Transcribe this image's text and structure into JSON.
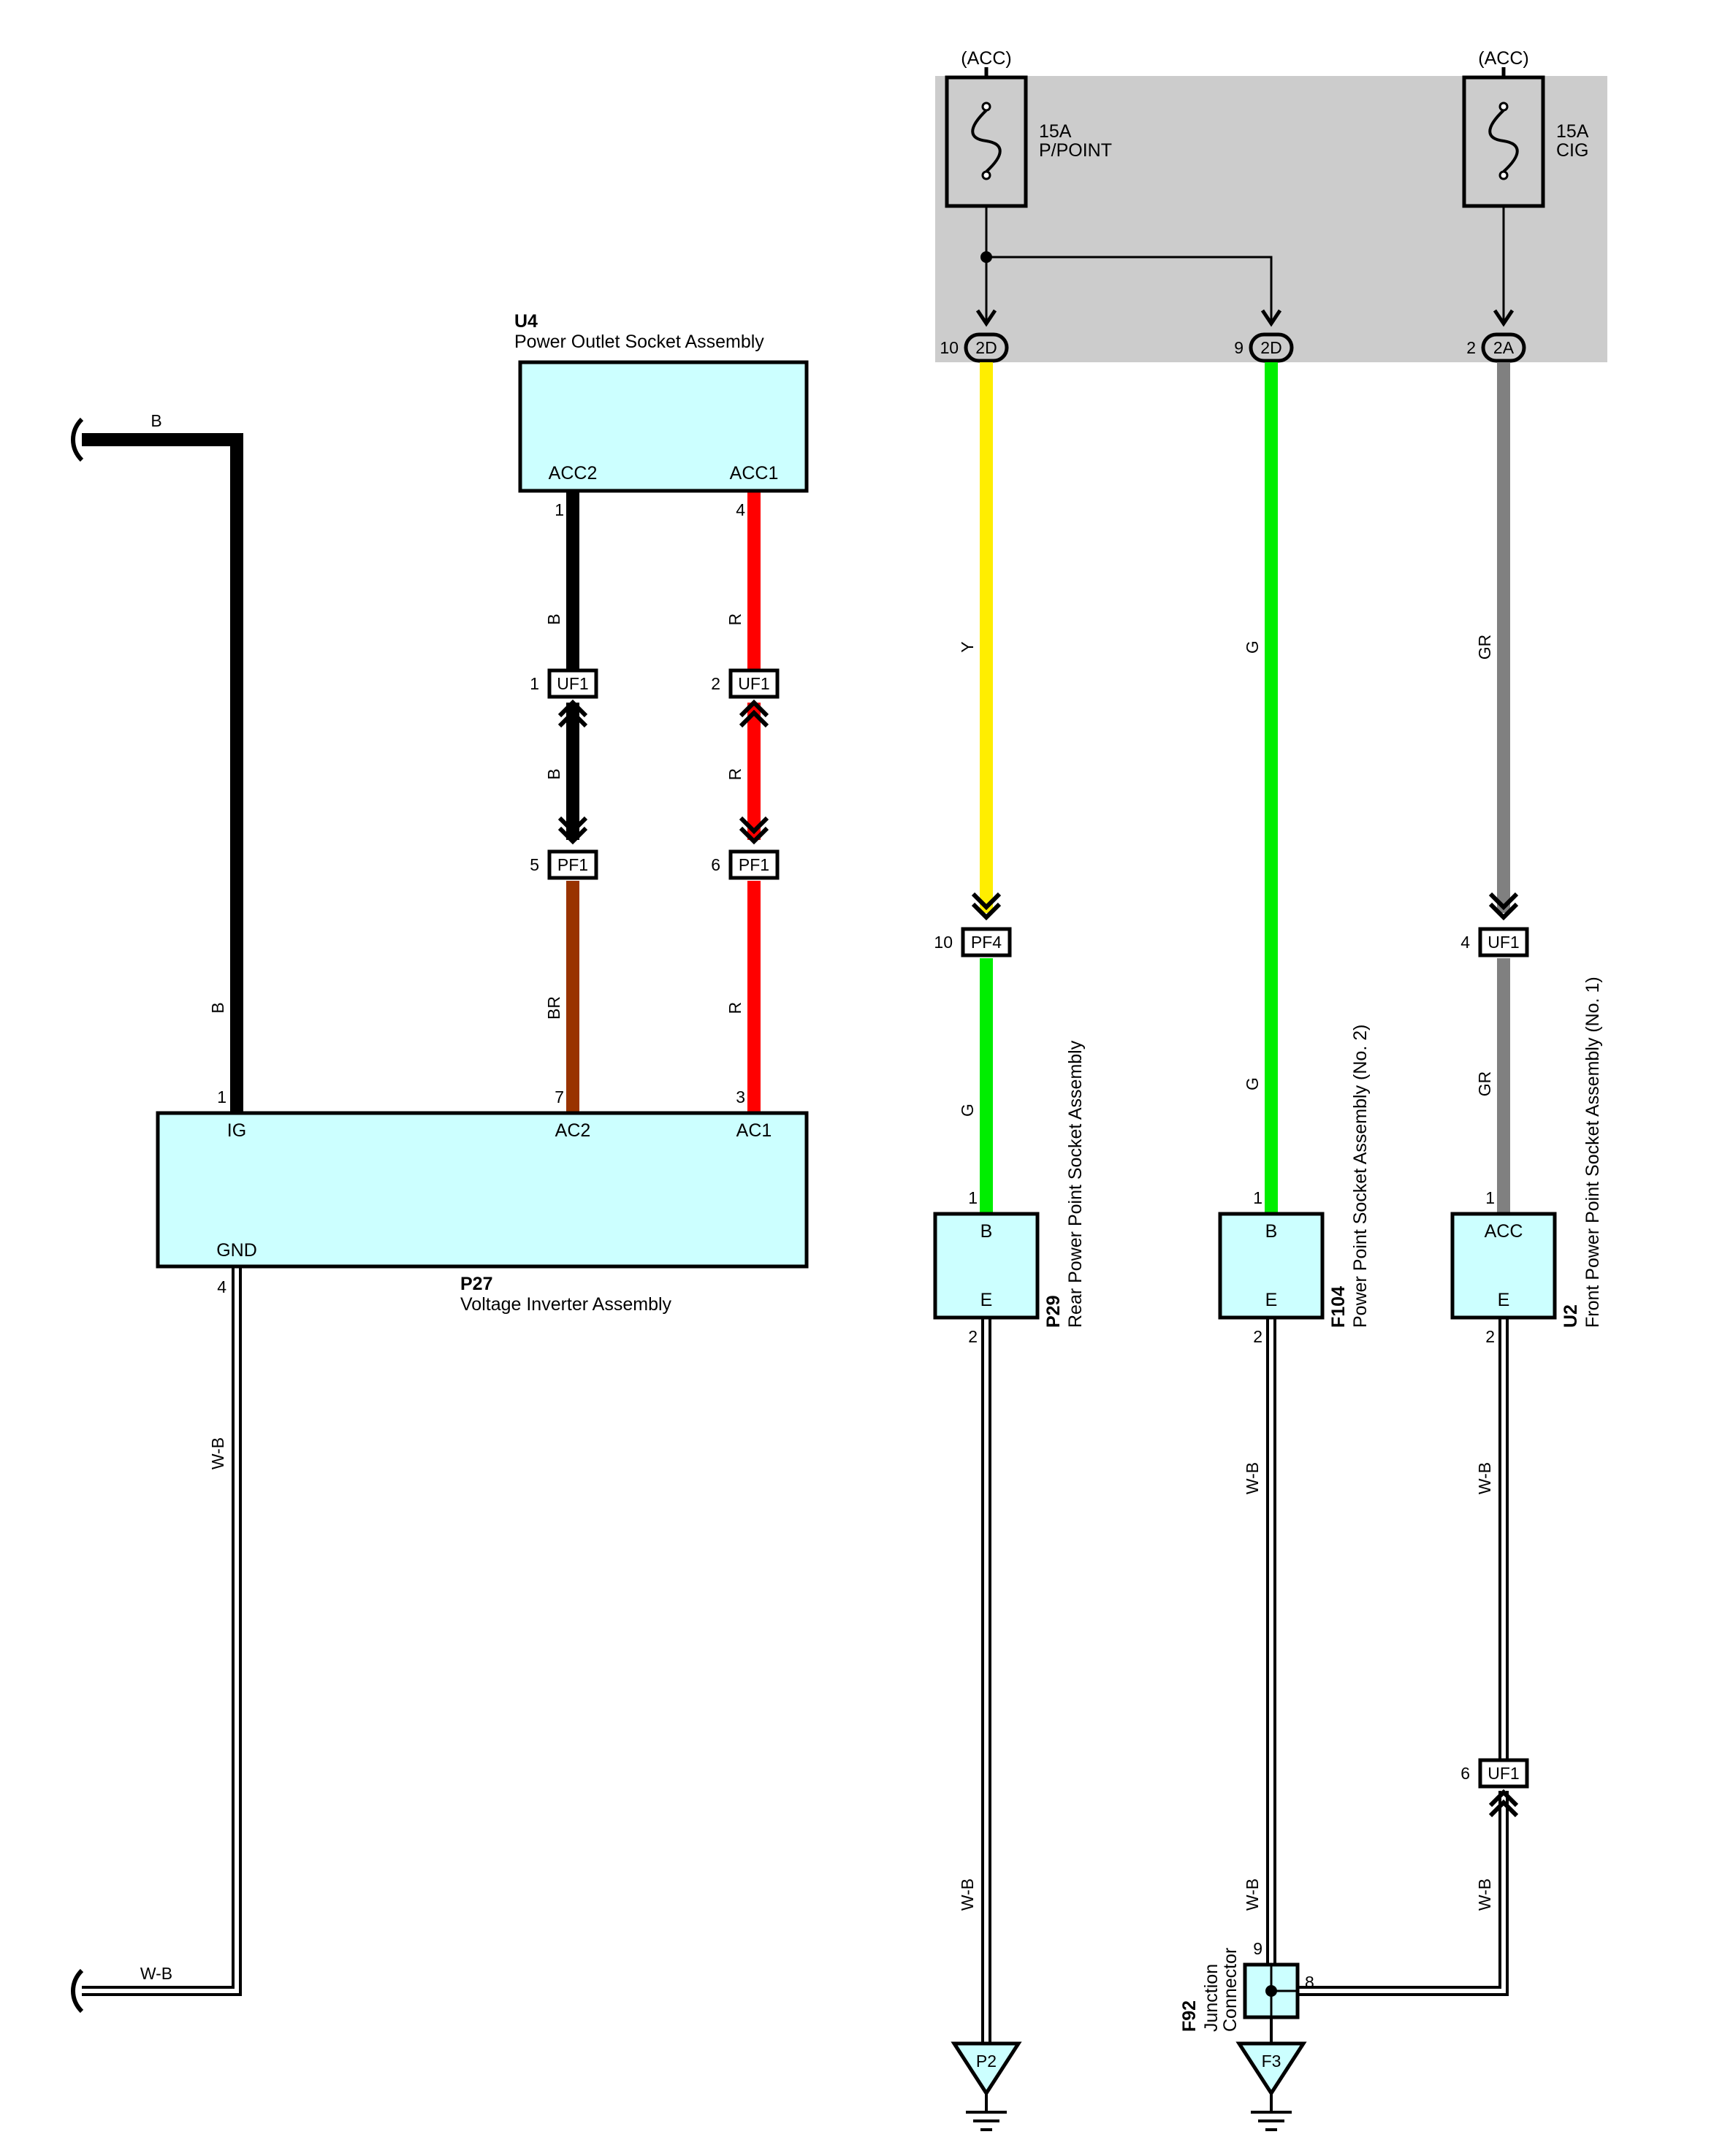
{
  "relay_block": {
    "fuse_pp": {
      "source": "(ACC)",
      "rating": "15A",
      "name": "P/POINT"
    },
    "fuse_cig": {
      "source": "(ACC)",
      "rating": "15A",
      "name": "CIG"
    },
    "terminals": [
      {
        "pin": "10",
        "connector": "2D"
      },
      {
        "pin": "9",
        "connector": "2D"
      },
      {
        "pin": "2",
        "connector": "2A"
      }
    ]
  },
  "components": {
    "u4": {
      "code": "U4",
      "name": "Power Outlet Socket Assembly",
      "term_acc2": "ACC2",
      "term_acc1": "ACC1",
      "pin_acc2": "1",
      "pin_acc1": "4"
    },
    "p27": {
      "code": "P27",
      "name": "Voltage Inverter Assembly",
      "term_ig": "IG",
      "term_ac2": "AC2",
      "term_ac1": "AC1",
      "term_gnd": "GND",
      "pin_ig": "1",
      "pin_ac2": "7",
      "pin_ac1": "3",
      "pin_gnd": "4"
    },
    "p29": {
      "code": "P29",
      "name": "Rear Power Point Socket Assembly",
      "term_b": "B",
      "term_e": "E",
      "pin_b": "1",
      "pin_e": "2"
    },
    "f104": {
      "code": "F104",
      "name": "Power Point Socket Assembly (No. 2)",
      "term_b": "B",
      "term_e": "E",
      "pin_b": "1",
      "pin_e": "2"
    },
    "u2": {
      "code": "U2",
      "name": "Front Power Point Socket Assembly (No. 1)",
      "term_acc": "ACC",
      "term_e": "E",
      "pin_acc": "1",
      "pin_e": "2"
    },
    "f92": {
      "code": "F92",
      "name_line1": "Junction",
      "name_line2": "Connector",
      "pin_in": "9",
      "pin_out": "8"
    }
  },
  "connectors": {
    "uf1_a": {
      "id": "UF1",
      "pin": "1"
    },
    "uf1_b": {
      "id": "UF1",
      "pin": "2"
    },
    "pf1_a": {
      "id": "PF1",
      "pin": "5"
    },
    "pf1_b": {
      "id": "PF1",
      "pin": "6"
    },
    "pf4": {
      "id": "PF4",
      "pin": "10"
    },
    "uf1_c": {
      "id": "UF1",
      "pin": "4"
    },
    "uf1_d": {
      "id": "UF1",
      "pin": "6"
    }
  },
  "grounds": {
    "p2": "P2",
    "f3": "F3"
  },
  "wire_colors": {
    "B": "B",
    "R": "R",
    "BR": "BR",
    "Y": "Y",
    "G": "G",
    "GR": "GR",
    "WB": "W-B"
  },
  "colors": {
    "component_fill": "#ccffff",
    "relay_block_fill": "#cccccc",
    "wire_black": "#000000",
    "wire_red": "#ff0000",
    "wire_brown": "#993300",
    "wire_yellow": "#ffee00",
    "wire_green": "#00ee00",
    "wire_gray": "#808080"
  }
}
